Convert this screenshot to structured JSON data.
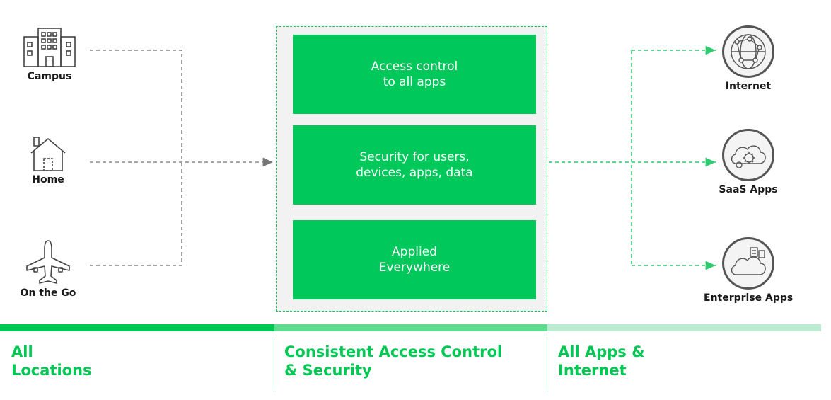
{
  "colors": {
    "brand_green": "#00c85a",
    "bar_1": "#00c853",
    "bar_2": "#5fdc8f",
    "bar_3": "#bdebd1",
    "line_gray": "#888888"
  },
  "locations": [
    {
      "label": "Campus",
      "icon": "building-icon"
    },
    {
      "label": "Home",
      "icon": "house-icon"
    },
    {
      "label": "On the Go",
      "icon": "airplane-icon"
    }
  ],
  "capabilities": [
    {
      "text": "Access control\nto all apps"
    },
    {
      "text": "Security for users,\ndevices, apps, data"
    },
    {
      "text": "Applied\nEverywhere"
    }
  ],
  "destinations": [
    {
      "label": "Internet",
      "icon": "globe-network-icon"
    },
    {
      "label": "SaaS Apps",
      "icon": "cloud-gear-icon"
    },
    {
      "label": "Enterprise Apps",
      "icon": "cloud-server-icon"
    }
  ],
  "sections": [
    {
      "title": "All\nLocations"
    },
    {
      "title": "Consistent Access Control\n& Security"
    },
    {
      "title": "All Apps &\nInternet"
    }
  ]
}
